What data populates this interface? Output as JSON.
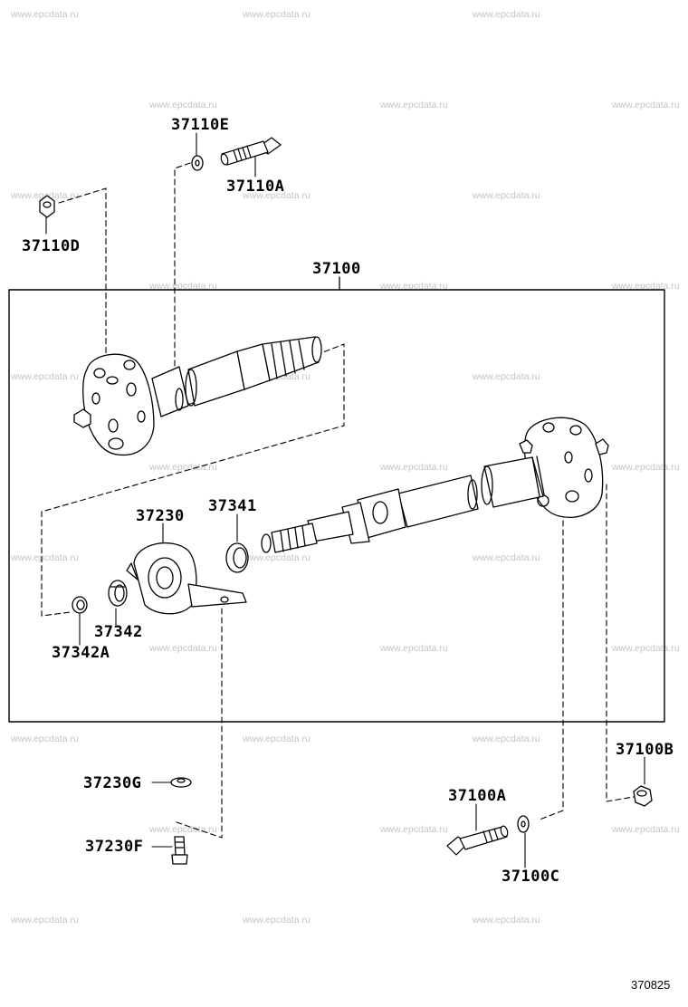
{
  "watermark": "www.epcdata.ru",
  "labels": {
    "p37110E": "37110E",
    "p37110A": "37110A",
    "p37110D": "37110D",
    "p37100": "37100",
    "p37230": "37230",
    "p37341": "37341",
    "p37342": "37342",
    "p37342A": "37342A",
    "p37100B": "37100B",
    "p37100A": "37100A",
    "p37100C": "37100C",
    "p37230G": "37230G",
    "p37230F": "37230F"
  },
  "diagram_code": "370825"
}
